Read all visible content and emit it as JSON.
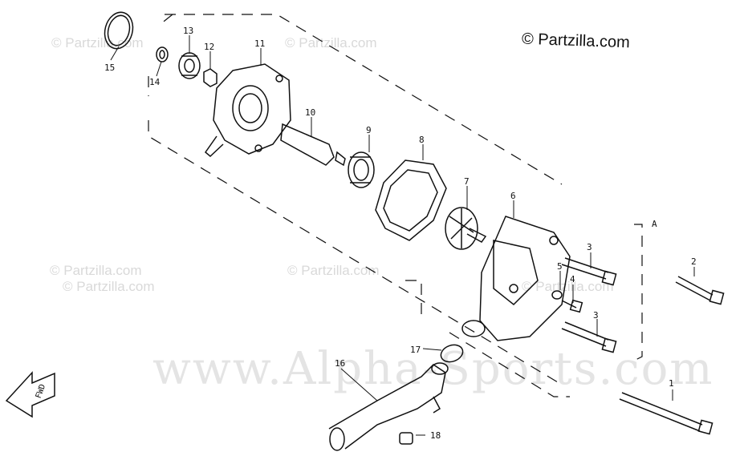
{
  "copyright": "© Partzilla.com",
  "watermarks": [
    "© Partzilla.com",
    "© Partzilla.com",
    "© Partzilla.com",
    "© Partzilla.com",
    "© Partzilla.com",
    "© Partzilla.com"
  ],
  "site_watermark": "www.Alpha-Sports.com",
  "front_arrow_label": "FWD",
  "section_marker": "A",
  "callouts": [
    "1",
    "2",
    "3",
    "3",
    "4",
    "5",
    "6",
    "7",
    "8",
    "9",
    "10",
    "11",
    "12",
    "13",
    "14",
    "15",
    "16",
    "17",
    "18"
  ]
}
